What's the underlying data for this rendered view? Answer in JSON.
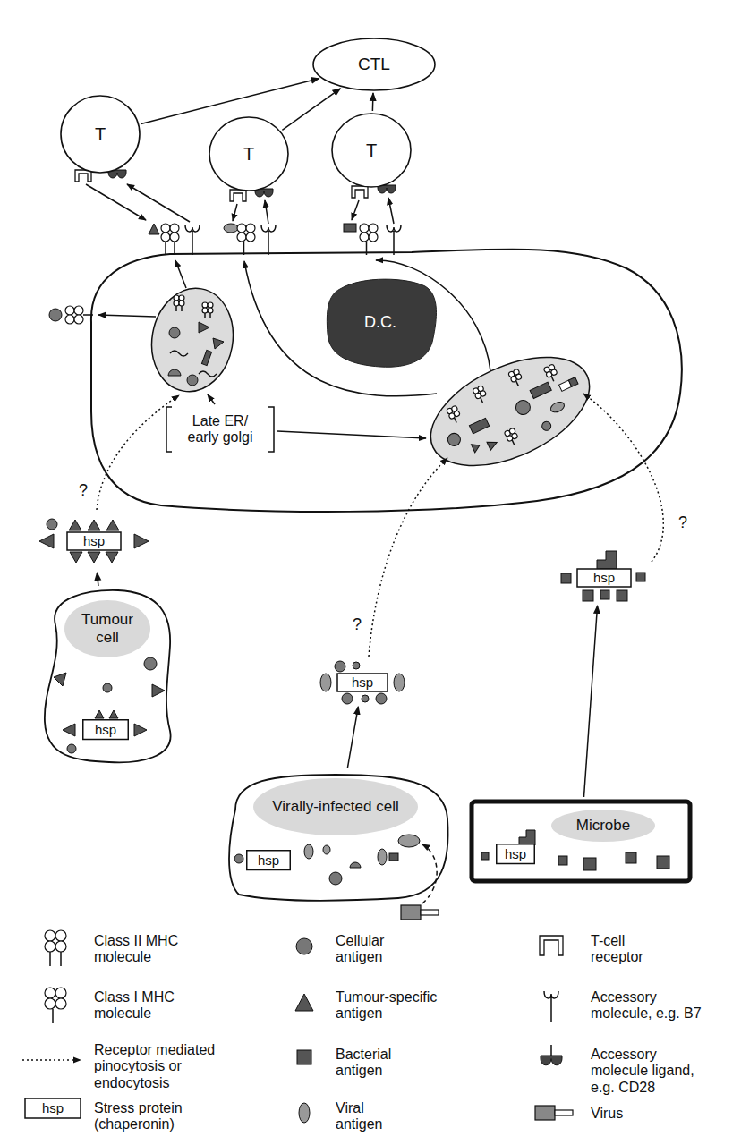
{
  "diagram": {
    "nodes": [
      {
        "text": [
          "CTL"
        ]
      },
      {
        "text": [
          "T"
        ]
      },
      {
        "text": [
          "T"
        ]
      },
      {
        "text": [
          "T"
        ]
      },
      {
        "text": [
          "D.C."
        ]
      },
      {
        "text": [
          "hsp"
        ]
      },
      {
        "text": [
          "hsp"
        ]
      },
      {
        "text": [
          "Tumour cell"
        ]
      },
      {
        "text": [
          "hsp"
        ],
        "in": 7
      },
      {
        "text": [
          "hsp"
        ]
      },
      {
        "text": [
          "Virally-infected cell"
        ]
      },
      {
        "text": [
          "hsp"
        ],
        "in": 10
      },
      {
        "text": [
          "Microbe"
        ]
      },
      {
        "text": [
          "hsp"
        ],
        "in": 12
      }
    ],
    "edges": [
      {
        "from": 1,
        "to": 0,
        "arrow": "to"
      },
      {
        "from": 2,
        "to": 0,
        "arrow": "to"
      },
      {
        "from": 3,
        "to": 0,
        "arrow": "to"
      },
      {
        "from": 7,
        "to": 5,
        "arrow": "to"
      },
      {
        "from": 10,
        "to": 9,
        "arrow": "to"
      },
      {
        "from": 12,
        "to": 6,
        "arrow": "to"
      }
    ],
    "labels": [
      "?",
      "?",
      "?",
      "Late ER/ early golgi",
      "hsp"
    ],
    "legend": [
      {
        "text": "Class II MHC molecule"
      },
      {
        "text": "Cellular antigen"
      },
      {
        "text": "T-cell receptor"
      },
      {
        "text": "Class I MHC molecule"
      },
      {
        "text": "Tumour-specific antigen"
      },
      {
        "text": "Accessory molecule, e.g. B7"
      },
      {
        "text": "Receptor mediated pinocytosis or endocytosis"
      },
      {
        "text": "Bacterial antigen"
      },
      {
        "text": "Accessory molecule ligand, e.g. CD28"
      },
      {
        "text": "Stress protein (chaperonin)"
      },
      {
        "text": "Viral antigen"
      },
      {
        "text": "Virus"
      }
    ]
  }
}
